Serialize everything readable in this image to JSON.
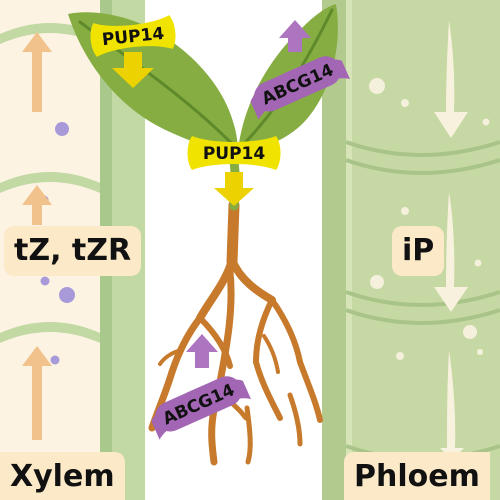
{
  "labels": {
    "xylem": "Xylem",
    "phloem": "Phloem",
    "xylem_cytokinins": "tZ, tZR",
    "phloem_cytokinin": "iP"
  },
  "transporters": {
    "pup14_leaf": "PUP14",
    "pup14_stem": "PUP14",
    "abcg14_leaf": "ABCG14",
    "abcg14_root": "ABCG14"
  },
  "colors": {
    "xylem_fill": "#fcf3e3",
    "xylem_tube": "#c2d9a4",
    "phloem_fill": "#c6d8a3",
    "leaf": "#86ad42",
    "root": "#c77a2b",
    "pup14": "#f1e300",
    "pup14_arrow": "#ecd200",
    "abcg14": "#a266b5",
    "abcg14_arrow": "#ad74c0",
    "xylem_flow_arrow": "#f2c28c",
    "phloem_flow_arrow": "#f8f1de",
    "label_bg": "#fbe9c8"
  }
}
